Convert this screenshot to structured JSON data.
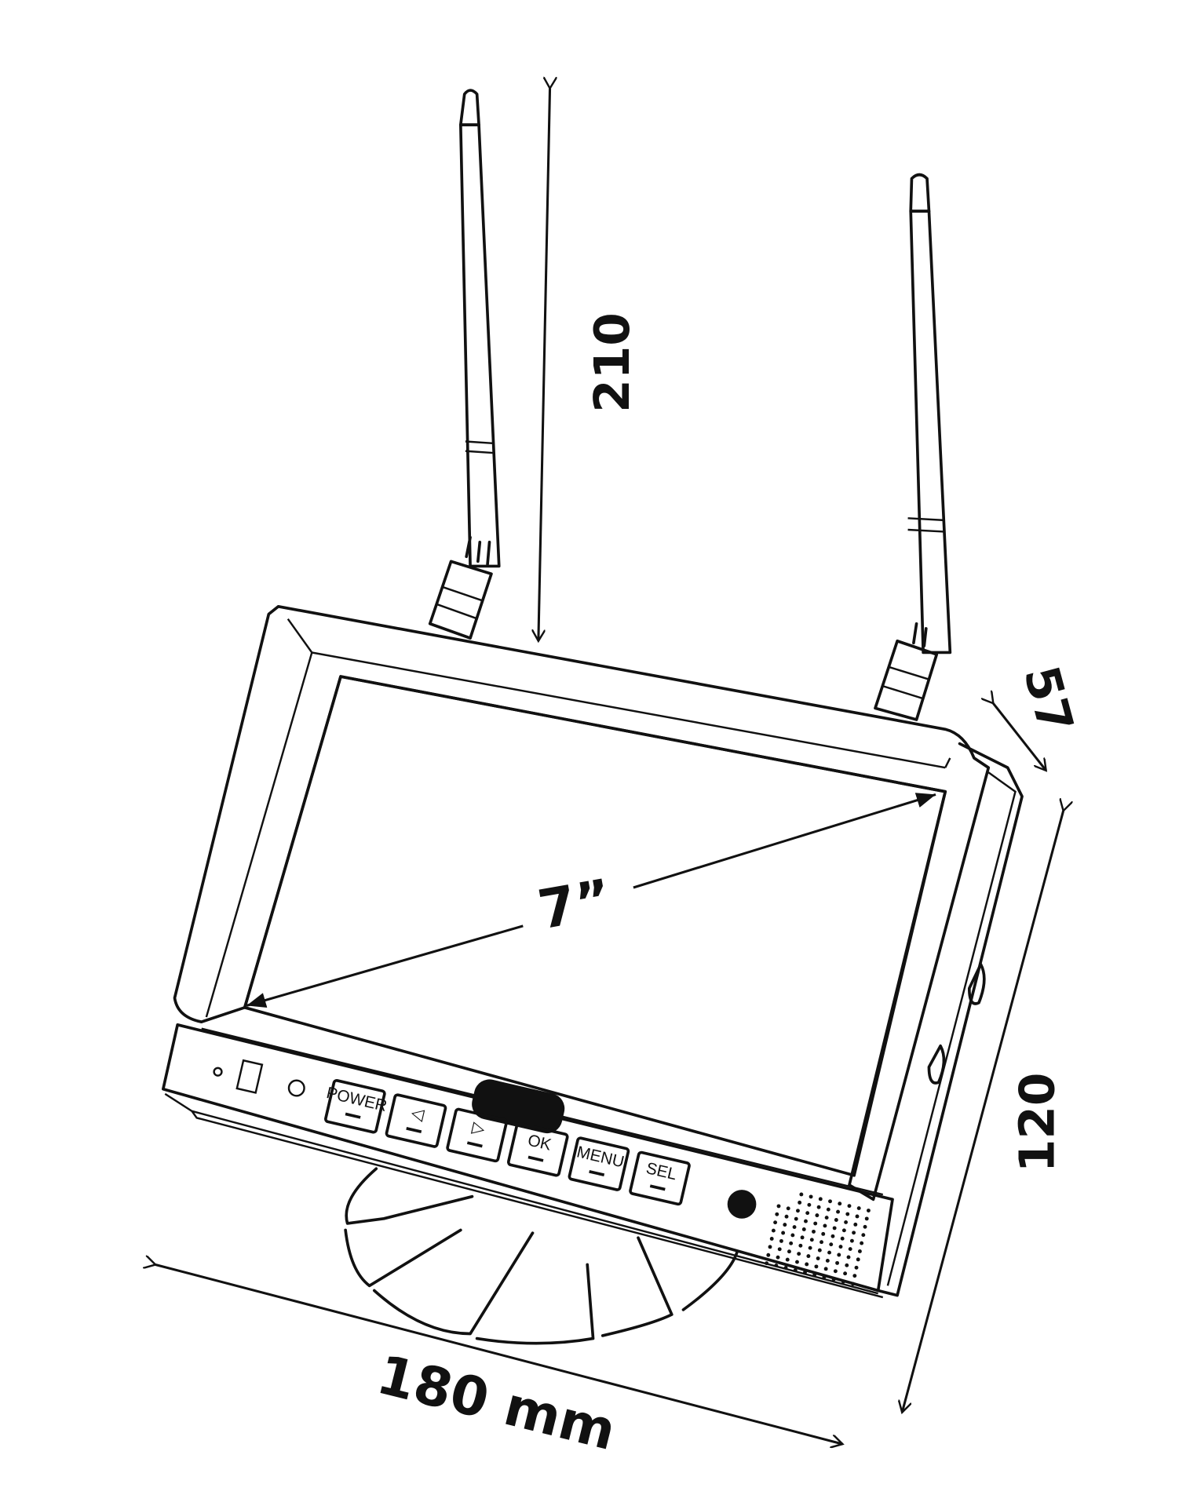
{
  "dimensions": {
    "height": "210",
    "depth": "57",
    "screen_height": "120",
    "width": "180 mm",
    "diagonal": "7”"
  },
  "buttons": [
    "POWER",
    "◁",
    "▷",
    "OK",
    "MENU",
    "SEL"
  ],
  "colors": {
    "line": "#111111",
    "background": "#ffffff"
  }
}
